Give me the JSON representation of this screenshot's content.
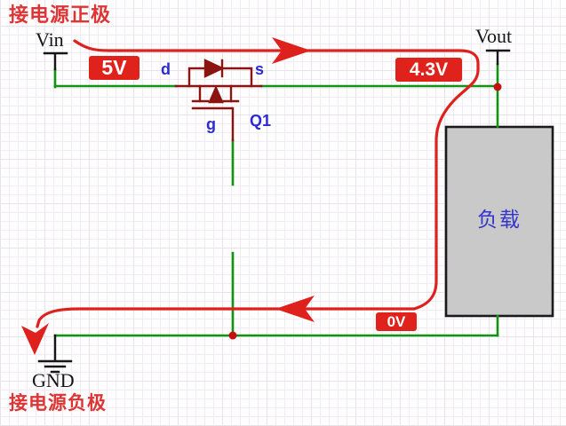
{
  "schematic": {
    "annotations": {
      "positive_terminal": "接电源正极",
      "negative_terminal": "接电源负极"
    },
    "ports": {
      "input": "Vin",
      "output": "Vout",
      "ground": "GND"
    },
    "voltage_labels": {
      "input": "5V",
      "output": "4.3V",
      "return": "0V"
    },
    "transistor": {
      "designator": "Q1",
      "drain": "d",
      "source": "s",
      "gate": "g"
    },
    "load": {
      "label": "负载"
    },
    "colors": {
      "wire_green": "#129312",
      "current_path_red": "#de211c",
      "component_dark_red": "#8b1410",
      "label_blue": "#2b2bd0",
      "annotation_red": "#dd3434",
      "value_box_red": "#e0221c",
      "load_fill_gray": "#c9c9c9",
      "junction_dot_red": "#c41010",
      "grid_line": "#f1ecf3"
    }
  }
}
